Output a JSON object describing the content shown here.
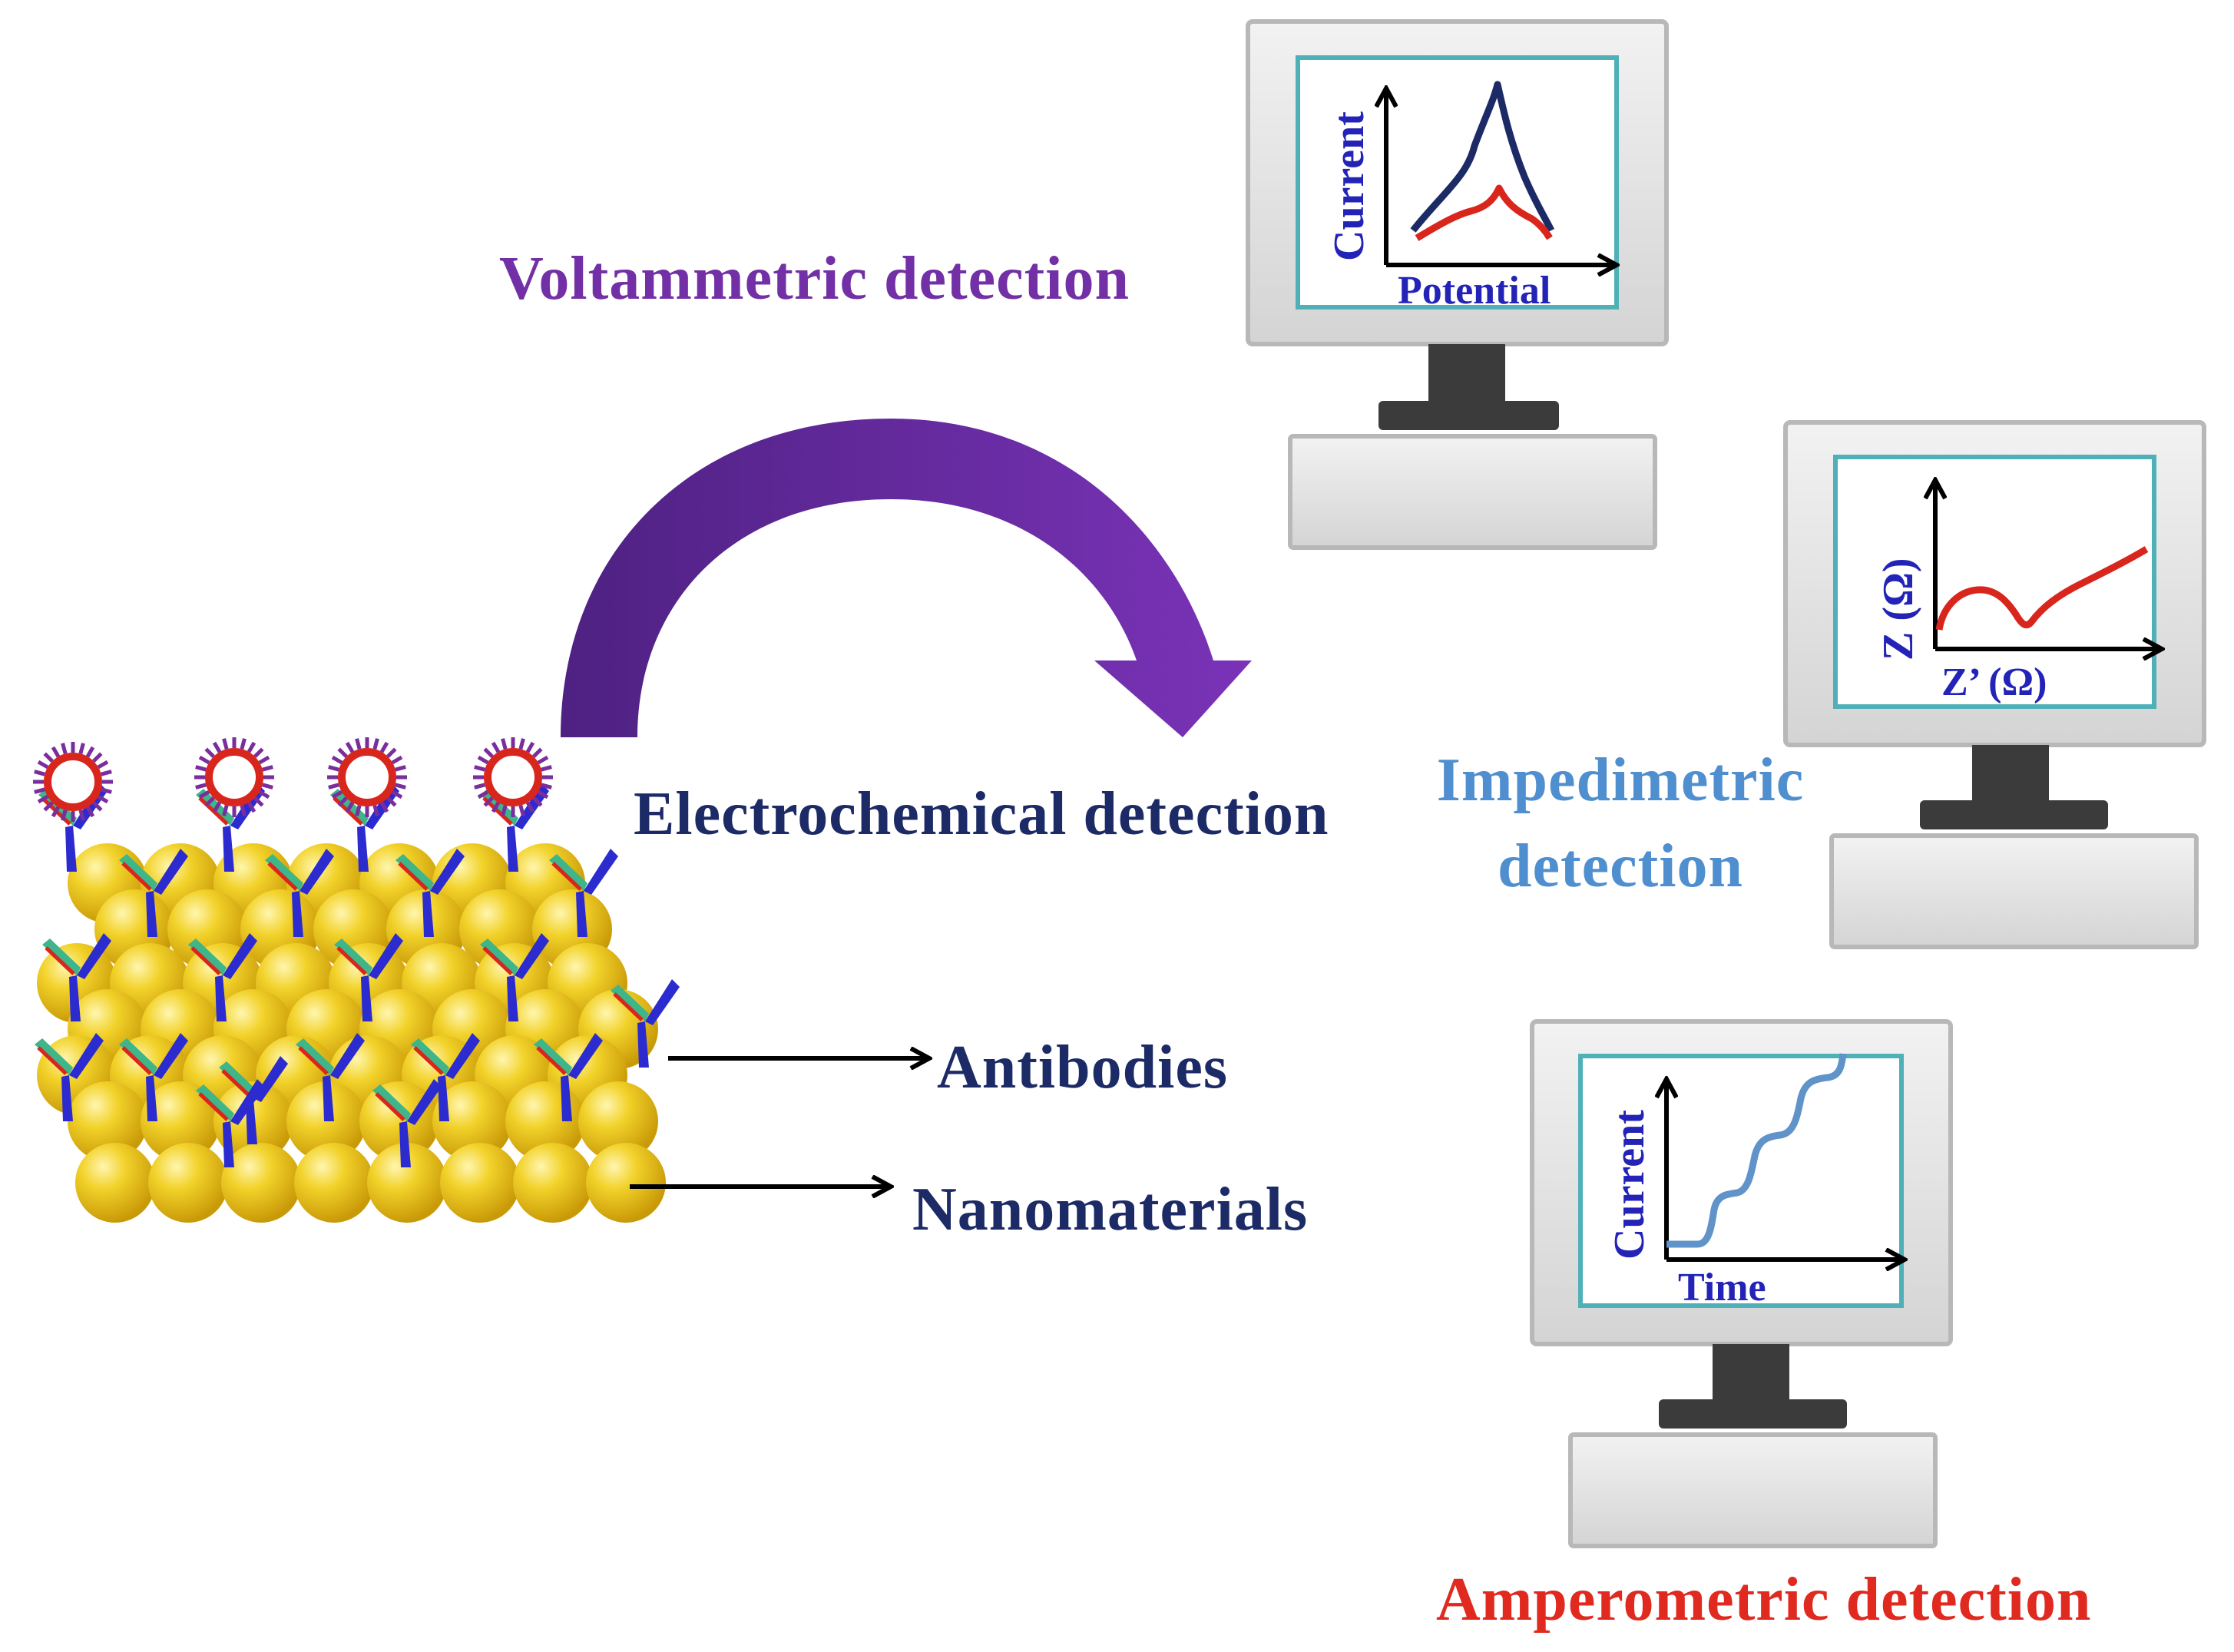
{
  "labels": {
    "voltammetric": "Voltammetric  detection",
    "electrochemical": "Electrochemical  detection",
    "impedimetric": "Impedimetric detection",
    "amperometric": "Amperometric  detection",
    "antibodies": "Antibodies",
    "nanomaterials": "Nanomaterials"
  },
  "monitors": {
    "voltammetry": {
      "ylabel": "Current",
      "xlabel": "Potential"
    },
    "impedance": {
      "ylabel": "Z (Ω)",
      "xlabel": "Z’ (Ω)"
    },
    "amperometry": {
      "ylabel": "Current",
      "xlabel": "Time"
    }
  },
  "colors": {
    "arrow_purple": "#6a2d9e",
    "voltammetric_text": "#7330a6",
    "electrochemical_text": "#1c2a66",
    "impedimetric_text": "#4f8fcf",
    "amperometric_text": "#e0291f",
    "nanoparticle_gold": "#e8c21a",
    "curve_navy": "#1c2a66",
    "curve_red": "#d9261c",
    "curve_blue": "#5f93c9",
    "screen_border": "#4fb0b8"
  }
}
